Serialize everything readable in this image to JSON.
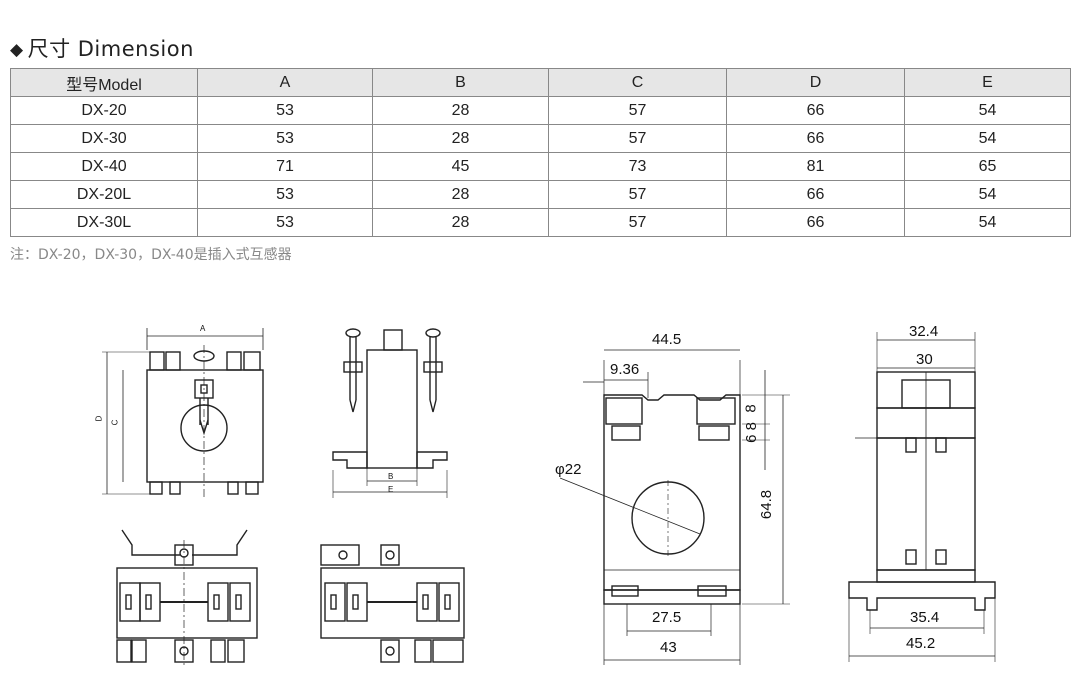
{
  "section": {
    "marker": "◆",
    "title": "尺寸 Dimension"
  },
  "table": {
    "headers": [
      "型号Model",
      "A",
      "B",
      "C",
      "D",
      "E"
    ],
    "rows": [
      [
        "DX-20",
        "53",
        "28",
        "57",
        "66",
        "54"
      ],
      [
        "DX-30",
        "53",
        "28",
        "57",
        "66",
        "54"
      ],
      [
        "DX-40",
        "71",
        "45",
        "73",
        "81",
        "65"
      ],
      [
        "DX-20L",
        "53",
        "28",
        "57",
        "66",
        "54"
      ],
      [
        "DX-30L",
        "53",
        "28",
        "57",
        "66",
        "54"
      ]
    ]
  },
  "note": "注：DX-20，DX-30，DX-40是插入式互感器",
  "drawing1": {
    "label_a": "A",
    "label_d": "D",
    "label_c": "C",
    "label_b": "B",
    "label_e": "E"
  },
  "drawing3": {
    "width_total": "44.5",
    "offset": "9.36",
    "diameter": "φ22",
    "dim_8": "8",
    "dim_6": "6 8",
    "height": "64.8",
    "base_inner": "27.5",
    "base_total": "43"
  },
  "drawing4": {
    "top_outer": "32.4",
    "top_inner": "30",
    "base_inner": "35.4",
    "base_total": "45.2"
  }
}
